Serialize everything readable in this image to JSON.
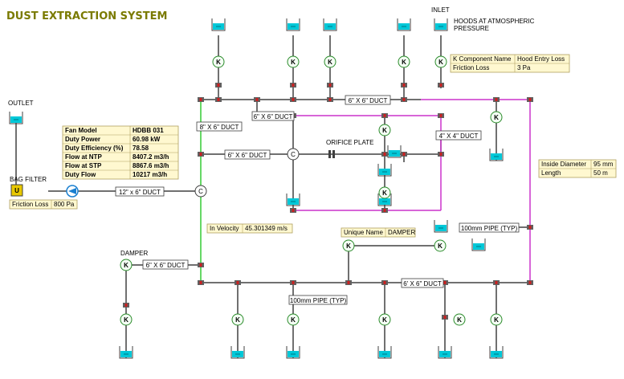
{
  "title": "DUST EXTRACTION SYSTEM",
  "labels": {
    "outlet": "OUTLET",
    "inlet": "INLET",
    "hoods": "HOODS AT ATMOSPHERIC",
    "pressure": "PRESSURE",
    "bag_filter": "BAG FILTER",
    "damper": "DAMPER",
    "orifice_plate": "ORIFICE PLATE"
  },
  "ducts": {
    "d1": "6\" X 6\" DUCT",
    "d2": "8\" X 6\" DUCT",
    "d3": "6\" X 6\" DUCT",
    "d4": "6\" X 6\" DUCT",
    "d5": "4\" X 4\" DUCT",
    "d6": "12\" x 6\" DUCT",
    "d7": "6\" X 6\" DUCT",
    "d8": "6' X 6\" DUCT",
    "p1": "100mm PIPE (TYP)",
    "p2": "100mm PIPE (TYP)"
  },
  "fan_table": [
    {
      "k": "Fan Model",
      "v": "HDBB 031"
    },
    {
      "k": "Duty Power",
      "v": "60.98 kW"
    },
    {
      "k": "Duty Efficiency (%)",
      "v": "78.58"
    },
    {
      "k": "Flow at NTP",
      "v": "8407.2 m3/h"
    },
    {
      "k": "Flow at STP",
      "v": "8867.6 m3/h"
    },
    {
      "k": "Duty Flow",
      "v": "10217 m3/h"
    }
  ],
  "k_component": {
    "k1": "K Component Name",
    "v1": "Hood Entry Loss",
    "k2": "Friction Loss",
    "v2": "3 Pa"
  },
  "bag_filter_loss": {
    "k": "Friction Loss",
    "v": "800 Pa"
  },
  "velocity": {
    "k": "In Velocity",
    "v": "45.301349 m/s"
  },
  "unique_name": {
    "k": "Unique Name",
    "v": "DAMPER"
  },
  "pipe_info": {
    "k1": "Inside Diameter",
    "v1": "95 mm",
    "k2": "Length",
    "v2": "50 m"
  },
  "symbols": {
    "k": "K",
    "c": "C",
    "u": "U"
  },
  "colors": {
    "title": "#7a7a00",
    "duct": "#404040",
    "green_duct": "#33cc33",
    "magenta_duct": "#cc33cc",
    "tank_fill": "#00c8d8",
    "fan_table_text": "#d01010",
    "filter_fill": "#e8c800",
    "table_bg": "#fff8d0"
  }
}
